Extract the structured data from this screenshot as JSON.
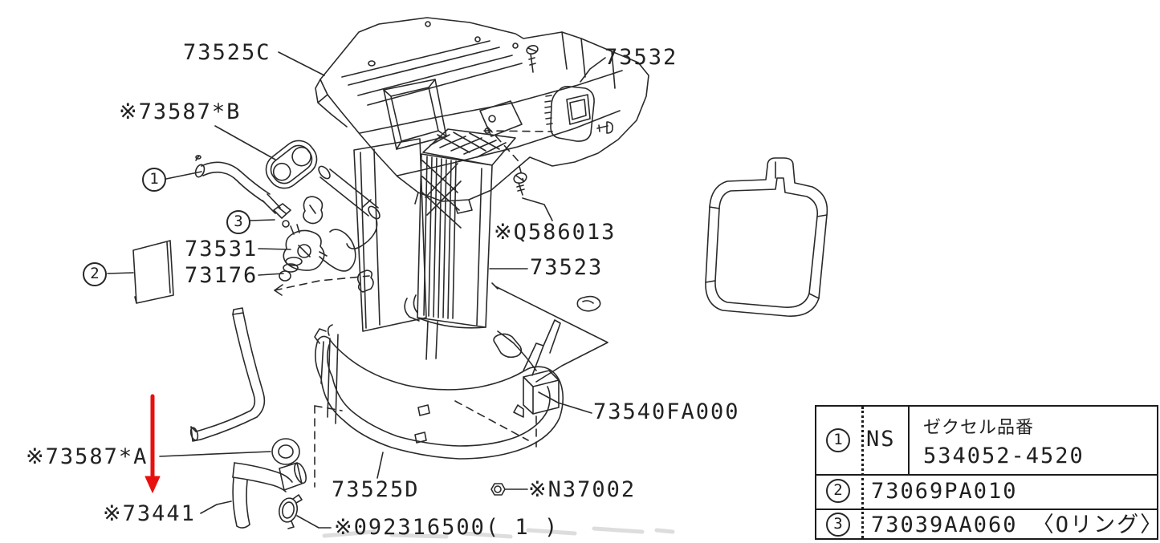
{
  "diagram": {
    "line_color": "#2a2a2a",
    "arrow_color": "#e8100f",
    "labels": {
      "upper_case": "73525C",
      "grommet_b": "※73587*B",
      "resistor": "73532",
      "screw": "※Q586013",
      "evaporator": "73523",
      "expansion_valve": "73531",
      "oring": "73176",
      "thermo_amp": "73540FA000",
      "grommet_a": "※73587*A",
      "drain_hose": "※73441",
      "lower_case": "73525D",
      "nut": "※N37002",
      "hose_clamp": "※092316500( 1 )"
    },
    "callouts": {
      "one": "1",
      "two": "2",
      "three": "3"
    }
  },
  "legend_table": {
    "rows": [
      {
        "no": "1",
        "supplier_code": "NS",
        "supplier_note": "ゼクセル品番",
        "supplier_part": "534052-4520"
      },
      {
        "no": "2",
        "part_number": "73069PA010"
      },
      {
        "no": "3",
        "part_number": "73039AA060 〈Oリング〉"
      }
    ]
  }
}
